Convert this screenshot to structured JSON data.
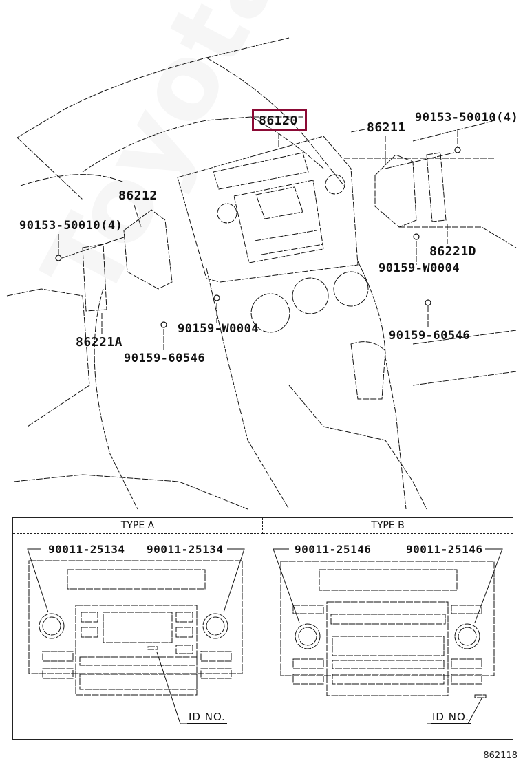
{
  "diagram": {
    "title_code": "862118",
    "highlighted_part": "86120",
    "watermark": "ToyotaCarParts.ru",
    "colors": {
      "highlight_border": "#8b0a35",
      "line": "#111111",
      "background": "#ffffff"
    },
    "main_labels": {
      "p86120": "86120",
      "p86211": "86211",
      "p86212": "86212",
      "p86221D": "86221D",
      "p86221A": "86221A",
      "bolt_right_top": "90153-50010(4)",
      "bolt_left_top": "90153-50010(4)",
      "screw_right": "90159-W0004",
      "screw_center": "90159-W0004",
      "screw_right_lower": "90159-60546",
      "screw_left_lower": "90159-60546"
    },
    "inset": {
      "type_a": {
        "header": "TYPE A",
        "knob_left": "90011-25134",
        "knob_right": "90011-25134",
        "id_label": "ID NO."
      },
      "type_b": {
        "header": "TYPE B",
        "knob_left": "90011-25146",
        "knob_right": "90011-25146",
        "id_label": "ID NO."
      }
    }
  }
}
